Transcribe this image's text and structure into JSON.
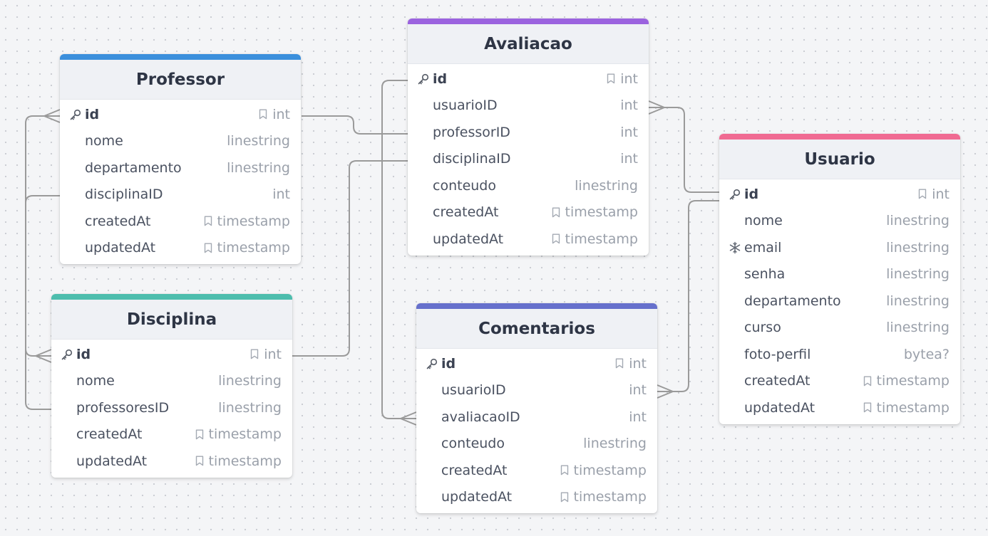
{
  "colors": {
    "professor": "#3b8fdc",
    "disciplina": "#4dbdad",
    "avaliacao": "#9b63df",
    "comentarios": "#6670cc",
    "usuario": "#f06a92",
    "edge": "#9a9a9a"
  },
  "tables": {
    "professor": {
      "name": "Professor",
      "fields": [
        {
          "name": "id",
          "type": "int"
        },
        {
          "name": "nome",
          "type": "linestring"
        },
        {
          "name": "departamento",
          "type": "linestring"
        },
        {
          "name": "disciplinaID",
          "type": "int"
        },
        {
          "name": "createdAt",
          "type": "timestamp"
        },
        {
          "name": "updatedAt",
          "type": "timestamp"
        }
      ]
    },
    "disciplina": {
      "name": "Disciplina",
      "fields": [
        {
          "name": "id",
          "type": "int"
        },
        {
          "name": "nome",
          "type": "linestring"
        },
        {
          "name": "professoresID",
          "type": "linestring"
        },
        {
          "name": "createdAt",
          "type": "timestamp"
        },
        {
          "name": "updatedAt",
          "type": "timestamp"
        }
      ]
    },
    "avaliacao": {
      "name": "Avaliacao",
      "fields": [
        {
          "name": "id",
          "type": "int"
        },
        {
          "name": "usuarioID",
          "type": "int"
        },
        {
          "name": "professorID",
          "type": "int"
        },
        {
          "name": "disciplinaID",
          "type": "int"
        },
        {
          "name": "conteudo",
          "type": "linestring"
        },
        {
          "name": "createdAt",
          "type": "timestamp"
        },
        {
          "name": "updatedAt",
          "type": "timestamp"
        }
      ]
    },
    "comentarios": {
      "name": "Comentarios",
      "fields": [
        {
          "name": "id",
          "type": "int"
        },
        {
          "name": "usuarioID",
          "type": "int"
        },
        {
          "name": "avaliacaoID",
          "type": "int"
        },
        {
          "name": "conteudo",
          "type": "linestring"
        },
        {
          "name": "createdAt",
          "type": "timestamp"
        },
        {
          "name": "updatedAt",
          "type": "timestamp"
        }
      ]
    },
    "usuario": {
      "name": "Usuario",
      "fields": [
        {
          "name": "id",
          "type": "int"
        },
        {
          "name": "nome",
          "type": "linestring"
        },
        {
          "name": "email",
          "type": "linestring"
        },
        {
          "name": "senha",
          "type": "linestring"
        },
        {
          "name": "departamento",
          "type": "linestring"
        },
        {
          "name": "curso",
          "type": "linestring"
        },
        {
          "name": "foto-perfil",
          "type": "bytea?"
        },
        {
          "name": "createdAt",
          "type": "timestamp"
        },
        {
          "name": "updatedAt",
          "type": "timestamp"
        }
      ]
    }
  }
}
